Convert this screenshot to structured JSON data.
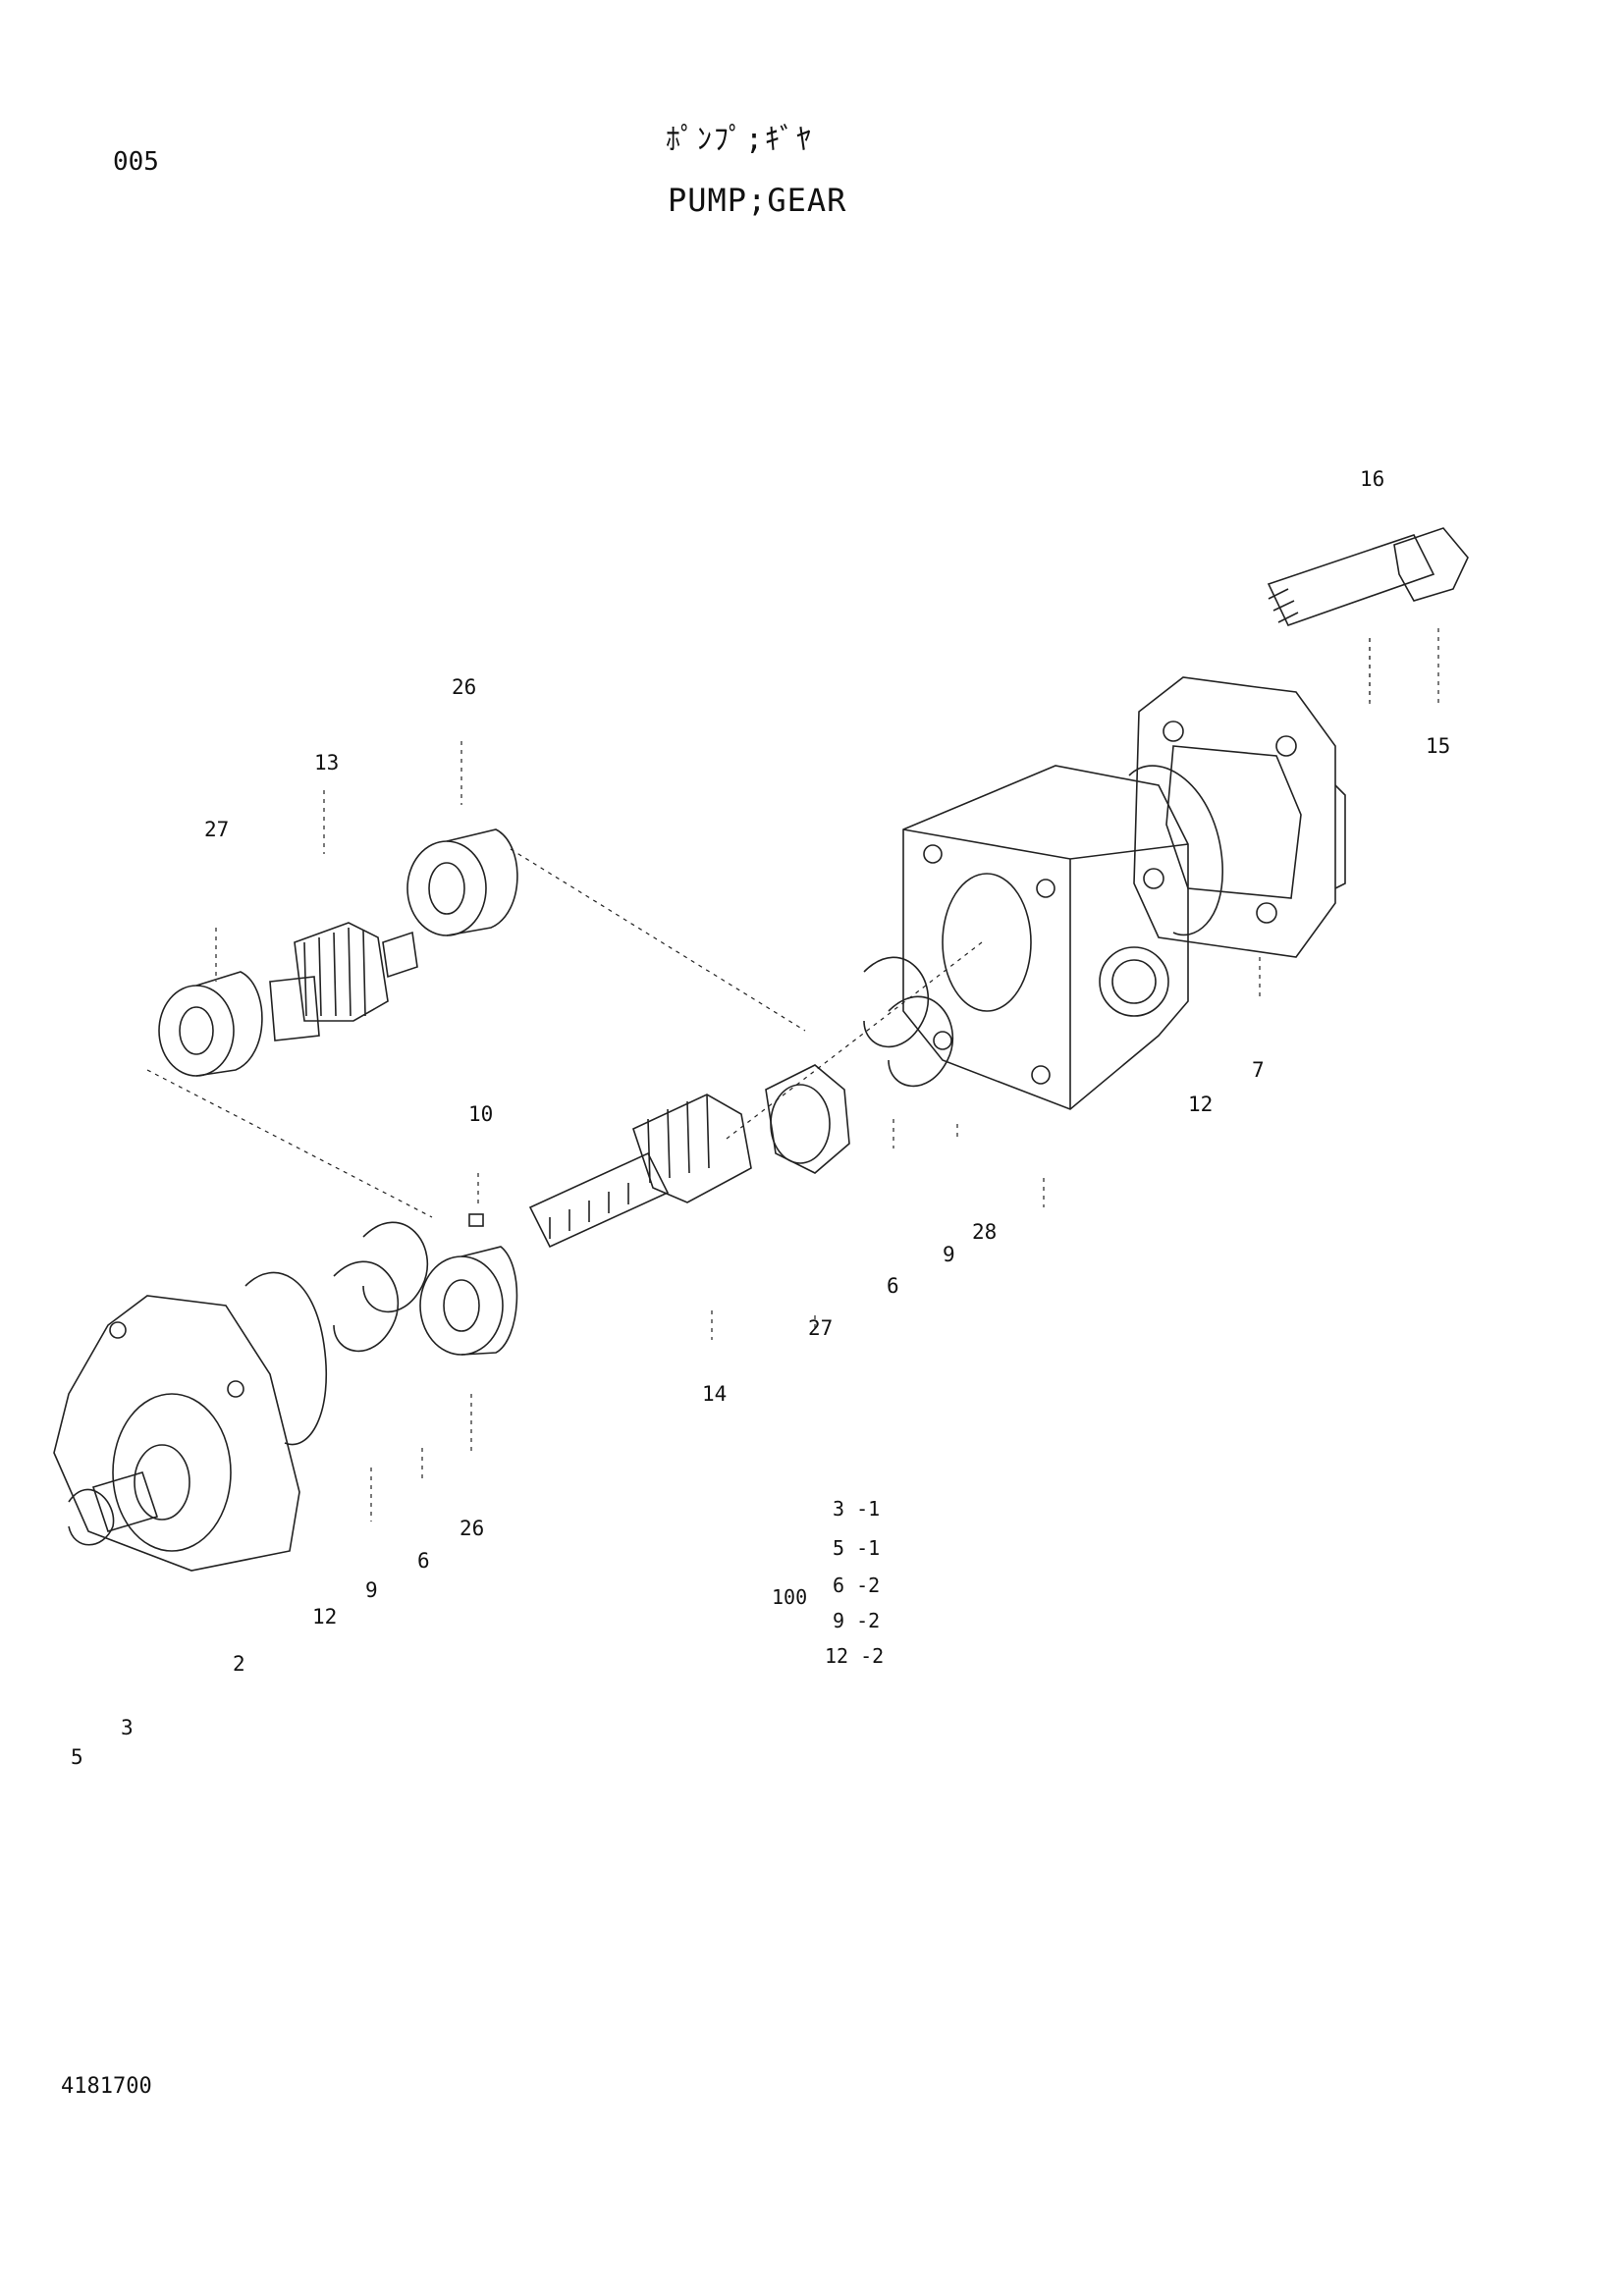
{
  "page_number": "005",
  "title_jp": "ﾎﾟﾝﾌﾟ;ｷﾞﾔ",
  "title_en": "PUMP;GEAR",
  "document_number": "4181700",
  "callouts": [
    {
      "label": "16"
    },
    {
      "label": "15"
    },
    {
      "label": "26"
    },
    {
      "label": "13"
    },
    {
      "label": "27"
    },
    {
      "label": "10"
    },
    {
      "label": "7"
    },
    {
      "label": "12"
    },
    {
      "label": "28"
    },
    {
      "label": "9"
    },
    {
      "label": "6"
    },
    {
      "label": "27"
    },
    {
      "label": "14"
    },
    {
      "label": "26"
    },
    {
      "label": "6"
    },
    {
      "label": "9"
    },
    {
      "label": "12"
    },
    {
      "label": "2"
    },
    {
      "label": "3"
    },
    {
      "label": "5"
    }
  ],
  "kit": {
    "label": "100",
    "items": [
      "3 -1",
      "5 -1",
      "6 -2",
      "9 -2",
      "12 -2"
    ]
  }
}
